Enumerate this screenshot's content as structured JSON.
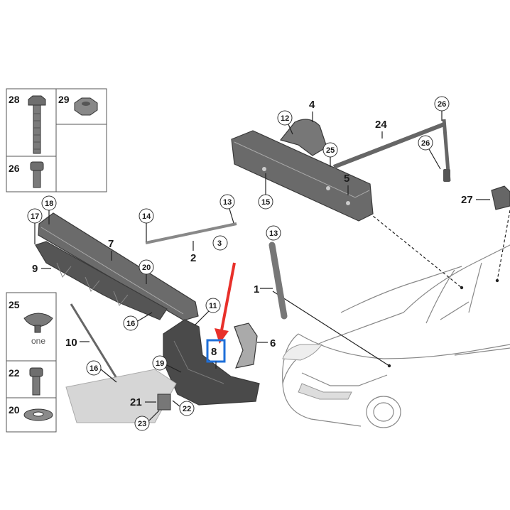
{
  "labels": {
    "p1": "1",
    "p2": "2",
    "p3": "3",
    "p4": "4",
    "p5": "5",
    "p6": "6",
    "p7": "7",
    "p8": "8",
    "p9": "9",
    "p10": "10",
    "p11": "11",
    "p12": "12",
    "p13a": "13",
    "p13b": "13",
    "p14": "14",
    "p15": "15",
    "p16a": "16",
    "p16b": "16",
    "p17": "17",
    "p18": "18",
    "p19": "19",
    "p20": "20",
    "p21": "21",
    "p22": "22",
    "p23": "23",
    "p24": "24",
    "p25": "25",
    "p26a": "26",
    "p26b": "26",
    "p27": "27"
  },
  "legend": {
    "l28": "28",
    "l29": "29",
    "l26": "26",
    "l25": "25",
    "l25_note": "one",
    "l22": "22",
    "l20": "20"
  },
  "colors": {
    "highlight": "#1e6fd9",
    "arrow": "#e8302a",
    "part_fill": "#5b5b5b",
    "part_light": "#c8c8c8"
  }
}
